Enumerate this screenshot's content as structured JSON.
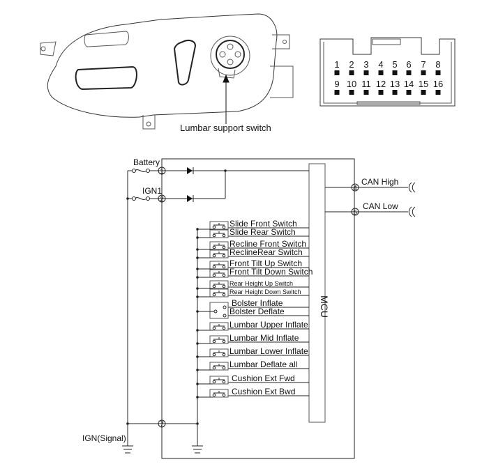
{
  "illustration": {
    "callout": "Lumbar support switch"
  },
  "connector": {
    "pins_row1": [
      "1",
      "2",
      "3",
      "4",
      "5",
      "6",
      "7",
      "8"
    ],
    "pins_row2": [
      "9",
      "10",
      "11",
      "12",
      "13",
      "14",
      "15",
      "16"
    ]
  },
  "circuit": {
    "battery_label": "Battery",
    "ign1_label": "IGN1",
    "ign_signal_label": "IGN(Signal)",
    "mcu_label": "MCU",
    "can_high_label": "CAN High",
    "can_low_label": "CAN Low",
    "pins": {
      "p1": "1",
      "p2": "2",
      "p4": "4",
      "p5": "5",
      "p7": "7"
    },
    "switches": [
      {
        "label": "Slide Front Switch",
        "small": false
      },
      {
        "label": "Slide Rear Switch",
        "small": false
      },
      {
        "label": "Recline Front Switch",
        "small": false
      },
      {
        "label": "ReclineRear Switch",
        "small": false
      },
      {
        "label": "Front Tilt Up Switch",
        "small": false
      },
      {
        "label": "Front Tilt Down Switch",
        "small": false
      },
      {
        "label": "Rear Height Up Switch",
        "small": true
      },
      {
        "label": "Rear Height Down Switch",
        "small": true
      },
      {
        "label": "Bolster Inflate",
        "small": false
      },
      {
        "label": "Bolster Deflate",
        "small": false
      },
      {
        "label": "Lumbar Upper Inflate",
        "small": false
      },
      {
        "label": "Lumbar Mid Inflate",
        "small": false
      },
      {
        "label": "Lumbar Lower Inflate",
        "small": false
      },
      {
        "label": "Lumbar Deflate all",
        "small": false
      },
      {
        "label": "Cushion Ext Fwd",
        "small": false
      },
      {
        "label": "Cushion Ext Bwd",
        "small": false
      }
    ]
  }
}
